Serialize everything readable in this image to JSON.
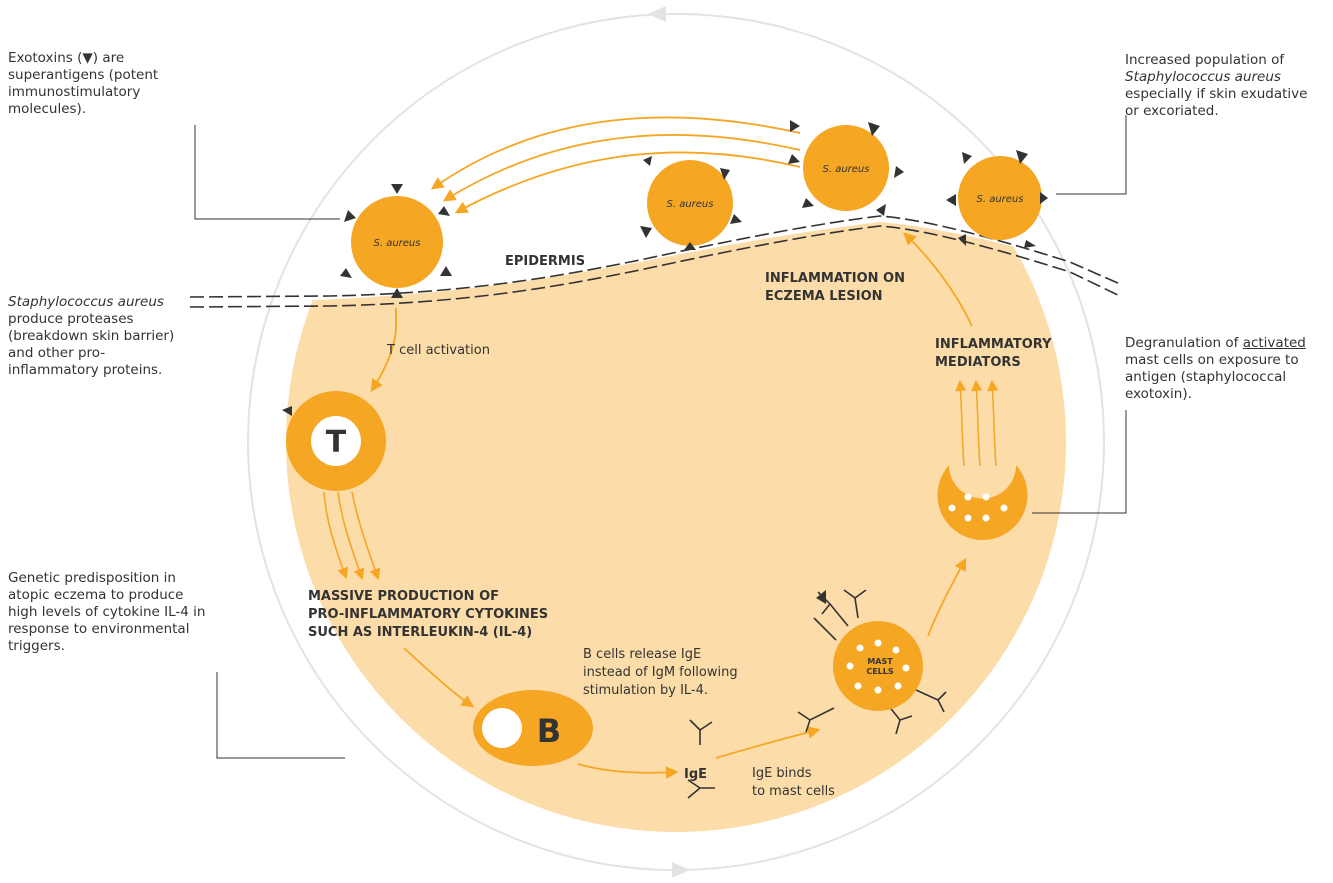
{
  "colors": {
    "orange": "#F5A623",
    "peach": "#FCDDAA",
    "dark": "#333333",
    "ring": "#E3E3E3",
    "white": "#FFFFFF"
  },
  "bacteria_label": "S. aureus",
  "labels": {
    "epidermis": "EPIDERMIS",
    "inflammation_line1": "INFLAMMATION ON",
    "inflammation_line2": "ECZEMA LESION",
    "mediators_line1": "INFLAMMATORY",
    "mediators_line2": "MEDIATORS",
    "t_activation": "T cell activation",
    "t_letter": "T",
    "b_letter": "B",
    "cytokines_line1": "MASSIVE PRODUCTION OF",
    "cytokines_line2": "PRO-INFLAMMATORY CYTOKINES",
    "cytokines_line3": "SUCH AS INTERLEUKIN-4 (IL-4)",
    "bcell_line1": "B cells release IgE",
    "bcell_line2": "instead of IgM following",
    "bcell_line3": "stimulation by IL-4.",
    "ige": "IgE",
    "ige_binds_line1": "IgE binds",
    "ige_binds_line2": "to mast cells",
    "mast_line1": "MAST",
    "mast_line2": "CELLS"
  },
  "notes": {
    "exotoxins": {
      "pre": "Exotoxins (",
      "glyph": "▼",
      "post": ") are superantigens (potent immunostimulatory molecules)."
    },
    "population": {
      "pre": "Increased population of ",
      "italic": "Staphylococcus aureus",
      "post": " especially if skin exudative or excoriated."
    },
    "proteases": {
      "italic": "Staphylococcus aureus",
      "post": " produce proteases (breakdown skin barrier) and other pro-inflammatory proteins."
    },
    "degranulation": {
      "pre": "Degranulation of ",
      "underline": "activated",
      "post": " mast cells on exposure to antigen (staphylococcal exotoxin)."
    },
    "genetic": {
      "text": "Genetic predisposition in atopic eczema to produce high levels of cytokine IL-4 in response to environmental triggers."
    }
  }
}
